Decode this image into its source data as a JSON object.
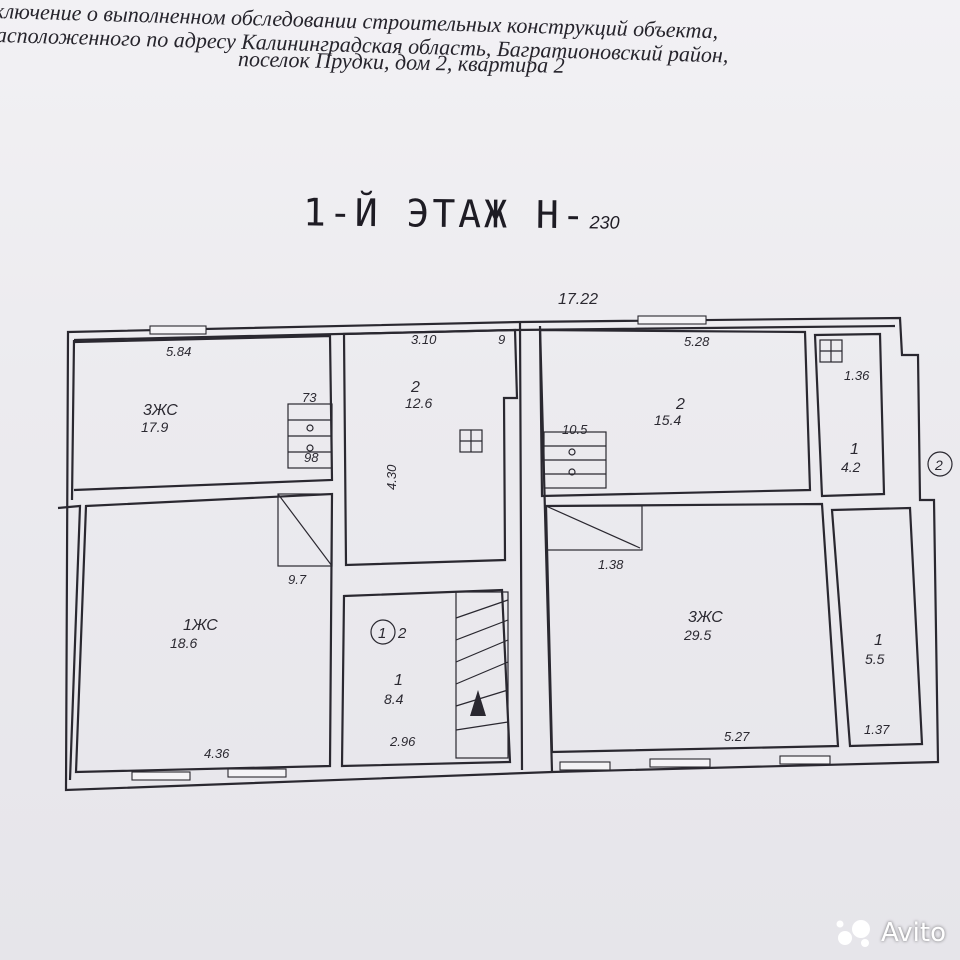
{
  "header": {
    "line1": "ключение о выполненном обследовании строительных конструкций объекта,",
    "line2": "асположенного по адресу Калининградская область, Багратионовский район,",
    "line3": "поселок Прудки, дом 2, квартира 2"
  },
  "floor_title": "1-Й ЭТАЖ Н-",
  "floor_mark": "230",
  "plan": {
    "overall_width": "17.22",
    "rooms": [
      {
        "name": "3ЖС",
        "area": "17.9"
      },
      {
        "name": "2",
        "area": "12.6"
      },
      {
        "name": "2",
        "area": "15.4"
      },
      {
        "name": "1",
        "area": "4.2"
      },
      {
        "name": "1ЖС",
        "area": "18.6"
      },
      {
        "name": "1",
        "area": "8.4"
      },
      {
        "name": "3ЖС",
        "area": "29.5"
      },
      {
        "name": "1",
        "area": "5.5"
      }
    ],
    "dimensions": {
      "d_584": "5.84",
      "d_310": "3.10",
      "d_528": "5.28",
      "d_136": "1.36",
      "d_73": "73",
      "d_98": "98",
      "d_105": "10.5",
      "d_97": "9.7",
      "d_138": "1.38",
      "d_436": "4.36",
      "d_296": "2.96",
      "d_527": "5.27",
      "d_137": "1.37",
      "d_430": "4.30",
      "d_9": "9"
    },
    "stair_marker": "1",
    "stair_mark2": "2",
    "side_marker": "2"
  },
  "watermark": "Avito"
}
